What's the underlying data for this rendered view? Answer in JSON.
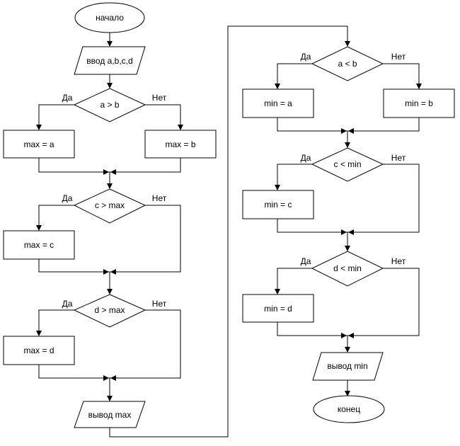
{
  "flowchart": {
    "left": {
      "start": "начало",
      "input": "ввод a,b,c,d",
      "cond1": {
        "label": "a > b",
        "yes": "Да",
        "no": "Нет"
      },
      "max_a": "max = a",
      "max_b": "max = b",
      "cond2": {
        "label": "c > max",
        "yes": "Да",
        "no": "Нет"
      },
      "max_c": "max = c",
      "cond3": {
        "label": "d > max",
        "yes": "Да",
        "no": "Нет"
      },
      "max_d": "max = d",
      "output": "вывод max"
    },
    "right": {
      "cond1": {
        "label": "a < b",
        "yes": "Да",
        "no": "Нет"
      },
      "min_a": "min = a",
      "min_b": "min = b",
      "cond2": {
        "label": "c < min",
        "yes": "Да",
        "no": "Нет"
      },
      "min_c": "min = c",
      "cond3": {
        "label": "d < min",
        "yes": "Да",
        "no": "Нет"
      },
      "min_d": "min = d",
      "output": "вывод min",
      "end": "конец"
    }
  }
}
